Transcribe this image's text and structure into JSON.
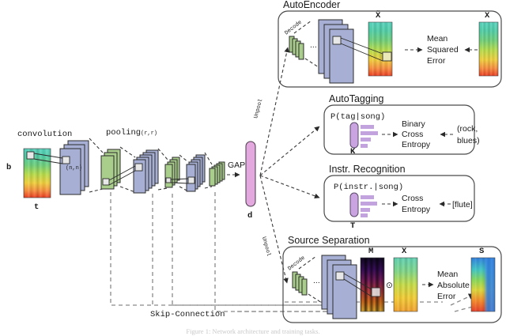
{
  "figure": {
    "type": "neural-network-architecture-diagram",
    "caption": "Figure 1: Network architecture and training tasks."
  },
  "encoder": {
    "input_label_freq": "b",
    "input_label_time": "t",
    "convolution_label": "convolution",
    "kernel_label": "(n,n)",
    "pooling_label": "pooling",
    "pooling_params": "(r,r)",
    "gap_label": "GAP",
    "embedding_label": "d",
    "skip_connection_label": "Skip-Connection",
    "unpool_label_top": "Unpool",
    "unpool_label_bottom": "Unpool",
    "ellipsis": "..."
  },
  "tasks": [
    {
      "id": "autoencoder",
      "title": "AutoEncoder",
      "decode_label": "Decode",
      "ellipsis": "...",
      "output_label": "X̃",
      "target_label": "X",
      "loss_lines": [
        "Mean",
        "Squared",
        "Error"
      ],
      "loss_name": "Mean Squared Error"
    },
    {
      "id": "autotagging",
      "title": "AutoTagging",
      "probability": "P(tag|song)",
      "head_label": "K",
      "loss_lines": [
        "Binary",
        "Cross",
        "Entropy"
      ],
      "loss_name": "Binary Cross Entropy",
      "target_lines": [
        "(rock,",
        "blues)"
      ],
      "target_label": "(rock, blues)"
    },
    {
      "id": "instrument-recognition",
      "title": "Instr. Recognition",
      "probability": "P(instr.|song)",
      "head_label": "T",
      "loss_lines": [
        "Cross",
        "Entropy"
      ],
      "loss_name": "Cross Entropy",
      "target_label": "[flute]"
    },
    {
      "id": "source-separation",
      "title": "Source Separation",
      "decode_label": "Decode",
      "ellipsis": "...",
      "mask_label": "M",
      "mix_label": "X",
      "source_label": "S",
      "operator": "⊙",
      "loss_lines": [
        "Mean",
        "Absolute",
        "Error"
      ],
      "loss_name": "Mean Absolute Error"
    }
  ],
  "colors": {
    "conv_block": "#a7b0d4",
    "pool_block": "#a9ce8c",
    "embedding": "#e3a9df",
    "head": "#c9a4e0",
    "panel_stroke": "#4a4a4a",
    "dashed_arrow": "#3a3a3a",
    "skip_line": "#8a8a8a"
  }
}
